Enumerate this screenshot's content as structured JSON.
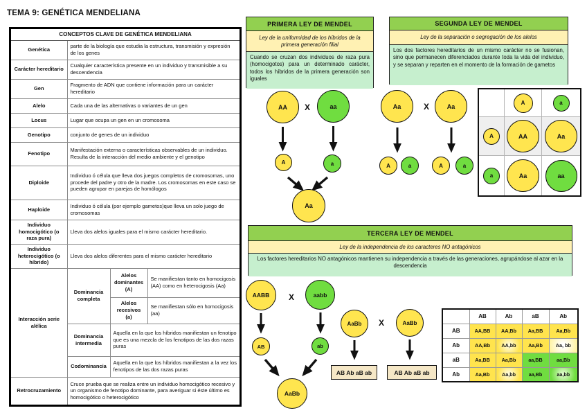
{
  "title": "TEMA 9: GENÉTICA MENDELIANA",
  "cross_symbol": "X",
  "concepts_table": {
    "header": "CONCEPTOS CLAVE DE GENÉTICA MENDELIANA",
    "rows": [
      {
        "term": "Genética",
        "def": "parte de la biología que estudia la estructura, transmisión y expresión de los genes"
      },
      {
        "term": "Carácter hereditario",
        "def": "Cualquier característica presente en un individuo y transmisible a su descendencia"
      },
      {
        "term": "Gen",
        "def": "Fragmento de ADN que contiene información para un carácter hereditario"
      },
      {
        "term": "Alelo",
        "def": "Cada una de las alternativas o variantes de un gen"
      },
      {
        "term": "Locus",
        "def": "Lugar que ocupa un gen en un cromosoma"
      },
      {
        "term": "Genotipo",
        "def": "conjunto de genes de un individuo"
      },
      {
        "term": "Fenotipo",
        "def": "Manifestación externa o características observables de un individuo. Resulta de la interacción del medio ambiente y el genotipo"
      },
      {
        "term": "Diploide",
        "def": "Individuo ó célula que lleva dos juegos completos de cromosomas, uno procede del padre y otro de la madre. Los cromosomas en este caso se pueden agrupar en parejas de homólogos"
      },
      {
        "term": "Haploide",
        "def": "Individuo ó célula (por ejemplo gametos)que lleva un solo juego de cromosomas"
      },
      {
        "term": "Individuo homocigótico (o raza pura)",
        "def": "Lleva dos alelos iguales para el mismo carácter hereditario."
      },
      {
        "term": "Individuo heterocigótico (o híbrido)",
        "def": "Lleva dos alelos diferentes para el mismo carácter hereditario"
      }
    ],
    "interaction": {
      "term": "Interacción serie alélica",
      "dominancia_completa_label": "Dominancia completa",
      "alelos_dominantes_label": "Alelos dominantes (A)",
      "alelos_dominantes_def": "Se manifiestan tanto en homocigosis (AA) como en heterocigosis (Aa)",
      "alelos_recesivos_label": "Alelos recesivos (a)",
      "alelos_recesivos_def": "Se manifiestan sólo en homocigosis (aa)",
      "dominancia_intermedia_label": "Dominancia intermedia",
      "dominancia_intermedia_def": "Aquella en la que los híbridos manifiestan un fenotipo que es una mezcla de los fenotipos de las dos razas puras",
      "codominancia_label": "Codominancia",
      "codominancia_def": "Aquella en la que los híbridos manifiestan a la vez los fenotipos de las dos razas puras"
    },
    "retro": {
      "term": "Retrocruzamiento",
      "def": "Cruce prueba que se realiza entre un individuo homocigótico recesivo y un organismo de fenotipo dominante, para averiguar si éste último es homocigótico o heterocigótico"
    }
  },
  "laws": {
    "first": {
      "title": "PRIMERA LEY DE MENDEL",
      "subtitle": "Ley de la uniformidad de los híbridos de la primera generación filial",
      "body": "Cuando se cruzan dos individuos de raza pura (homocigotos) para un determinado carácter, todos los híbridos de la primera generación son iguales"
    },
    "second": {
      "title": "SEGUNDA LEY DE MENDEL",
      "subtitle": "Ley de la separación o segregación de los alelos",
      "body": "Los dos factores hereditarios de un mismo carácter no se fusionan, sino que permanecen diferenciados durante toda la vida del individuo, y se separan y reparten en el momento de la formación de gametos"
    },
    "third": {
      "title": "TERCERA LEY DE MENDEL",
      "subtitle": "Ley de la independencia de los caracteres NO antagónicos",
      "body": "Los factores hereditarios NO antagónicos mantienen su independencia a través de las generaciones, agrupándose al azar en la descendencia"
    }
  },
  "diagrams": {
    "mono_cross": {
      "parent1": "AA",
      "parent2": "aa",
      "gamete1": "A",
      "gamete2": "a",
      "offspring": "Aa"
    },
    "segregation_cross": {
      "parent1": "Aa",
      "parent2": "Aa",
      "gametes": [
        "A",
        "a",
        "A",
        "a"
      ]
    },
    "punnett_mono": {
      "col_headers": [
        "A",
        "a"
      ],
      "row_headers": [
        "A",
        "a"
      ],
      "cells": [
        [
          "AA",
          "Aa"
        ],
        [
          "Aa",
          "aa"
        ]
      ]
    },
    "di_cross": {
      "parent1": "AABB",
      "parent2": "aabb",
      "gamete1": "AB",
      "gamete2": "ab",
      "offspring": "AaBb"
    },
    "di_f2_cross": {
      "parent1": "AaBb",
      "parent2": "AaBb",
      "gametes_box1": "AB Ab aB ab",
      "gametes_box2": "AB Ab aB ab"
    },
    "punnett_di": {
      "col_headers": [
        "AB",
        "Ab",
        "aB",
        "Ab"
      ],
      "row_headers": [
        "AB",
        "Ab",
        "aB",
        "Ab"
      ],
      "cells": [
        [
          "AA,BB",
          "AA,Bb",
          "Aa,BB",
          "Aa,Bb"
        ],
        [
          "AA,Bb",
          "AA,bb",
          "Aa,Bb",
          "Aa, bb"
        ],
        [
          "Aa,BB",
          "Aa,Bb",
          "aa,BB",
          "aa,Bb"
        ],
        [
          "Aa,Bb",
          "Aa,bb",
          "aa,Bb",
          "aa,bb"
        ]
      ]
    }
  },
  "colors": {
    "allele_yellow": "#FFE54F",
    "allele_green": "#70DD40",
    "law_header_green": "#92D050",
    "law_subtitle_yellow": "#FFF1B3",
    "law_body_mint": "#C6EFCE",
    "gamete_box_tan": "#F5E7C6"
  }
}
